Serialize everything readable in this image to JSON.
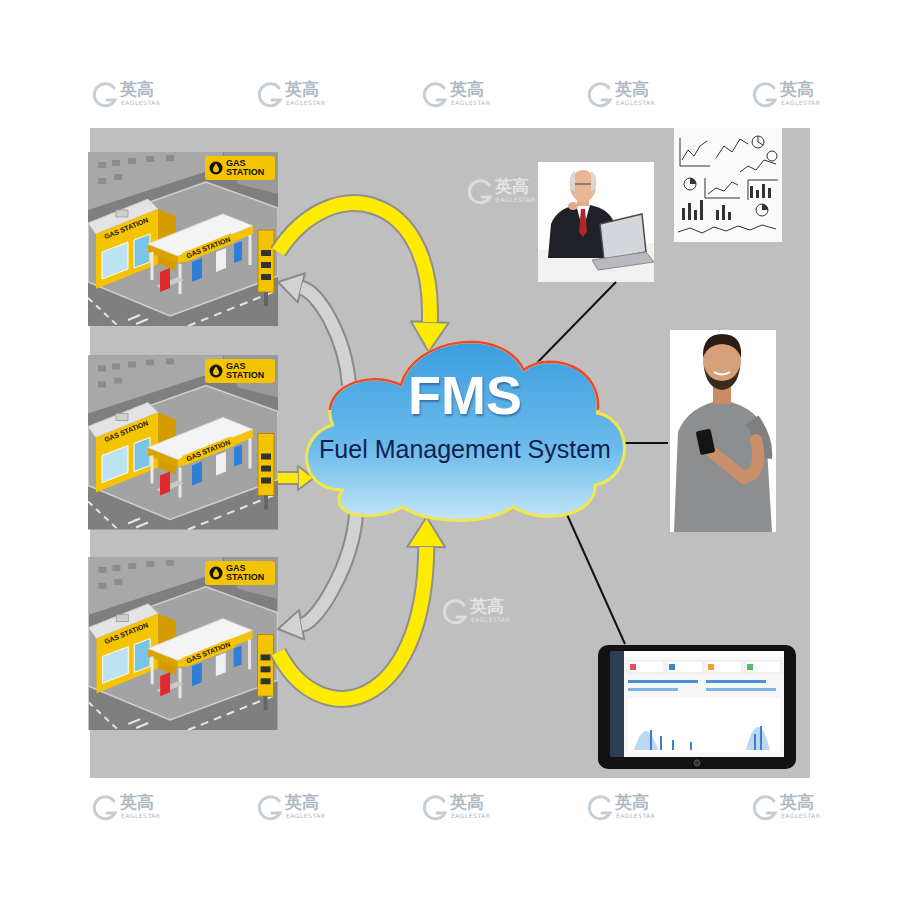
{
  "diagram": {
    "nodes": [
      {
        "text": [
          "GAS STATION"
        ]
      },
      {
        "text": [
          "GAS STATION"
        ]
      },
      {
        "text": [
          "GAS STATION"
        ]
      },
      {
        "text": [
          "FMS",
          "Fuel Management System"
        ]
      }
    ],
    "edges": [
      {
        "from": 0,
        "to": 3,
        "arrow": "to"
      },
      {
        "from": 3,
        "to": 0,
        "arrow": "to"
      },
      {
        "from": 1,
        "to": 3,
        "arrow": "to"
      },
      {
        "from": 2,
        "to": 3,
        "arrow": "to"
      },
      {
        "from": 3,
        "to": 2,
        "arrow": "to"
      }
    ],
    "labels": [
      "GAS STATION",
      "GAS STATION",
      "GAS STATION",
      "GAS STATION",
      "GAS STATION",
      "GAS STATION",
      "英高",
      "EAGLESTAR",
      "英高",
      "EAGLESTAR",
      "英高",
      "EAGLESTAR",
      "英高",
      "EAGLESTAR",
      "英高",
      "EAGLESTAR",
      "英高",
      "EAGLESTAR",
      "英高",
      "EAGLESTAR",
      "英高",
      "EAGLESTAR",
      "英高",
      "EAGLESTAR",
      "英高",
      "EAGLESTAR",
      "英高",
      "EAGLESTAR",
      "英高",
      "EAGLESTAR"
    ]
  }
}
